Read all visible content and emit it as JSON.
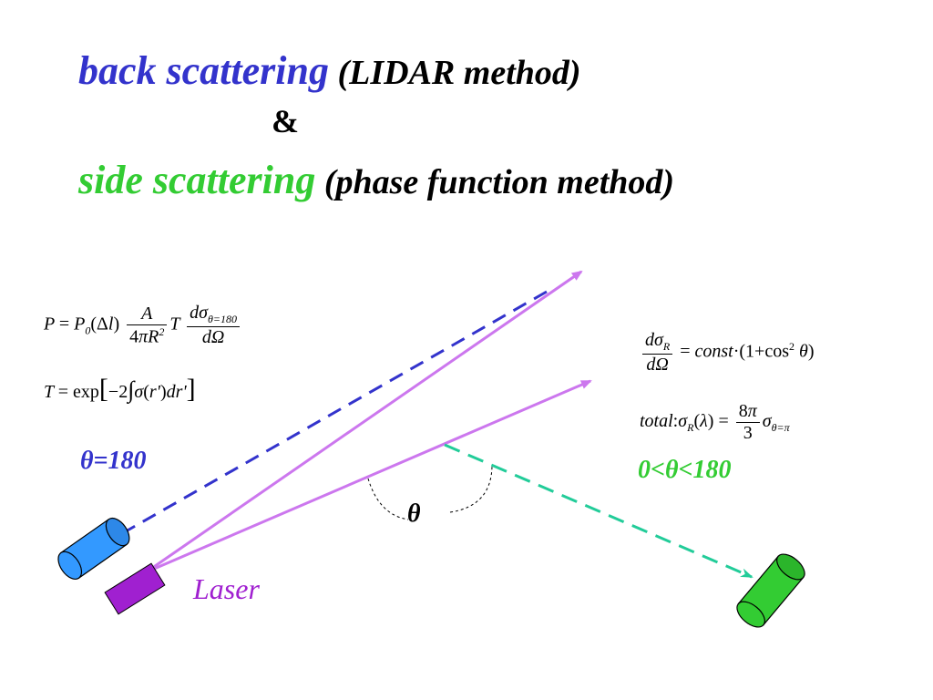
{
  "title": {
    "line1_keyword": "back scattering",
    "line1_paren": "(LIDAR method)",
    "line2": "&",
    "line3_keyword": "side scattering",
    "line3_paren": "(phase function method)"
  },
  "labels": {
    "theta180": "θ=180",
    "range": "0<θ<180",
    "laser": "Laser",
    "theta": "θ"
  },
  "colors": {
    "back_scatter": "#3333cc",
    "side_scatter": "#33cc33",
    "laser": "#a020d0",
    "beam": "#cc77ee",
    "back_detector": "#3399ff",
    "side_detector": "#33cc33",
    "side_ray": "#22cc99"
  },
  "icons": {
    "back_detector": "cylinder-detector-icon",
    "side_detector": "cylinder-detector-icon",
    "laser": "laser-source-icon"
  }
}
